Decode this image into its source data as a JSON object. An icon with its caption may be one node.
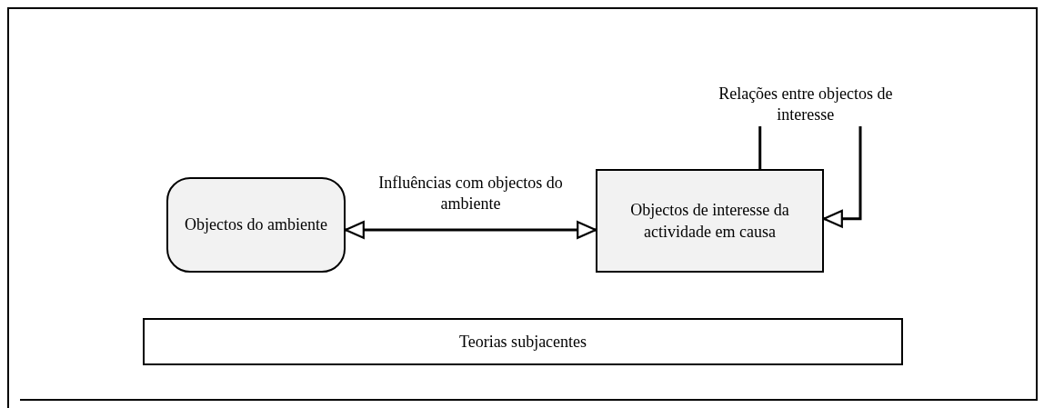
{
  "diagram": {
    "nodes": [
      {
        "text": [
          "Objectos do ambiente"
        ]
      },
      {
        "text": [
          "Objectos de interesse da actividade em causa"
        ]
      },
      {
        "text": [
          "Teorias subjacentes"
        ]
      }
    ],
    "edges": [
      {
        "from": 0,
        "to": 1,
        "arrow": "both",
        "label": "Influências com objectos do ambiente"
      },
      {
        "from": 1,
        "to": 1,
        "arrow": "to",
        "label": "Relações entre objectos de interesse"
      }
    ]
  }
}
